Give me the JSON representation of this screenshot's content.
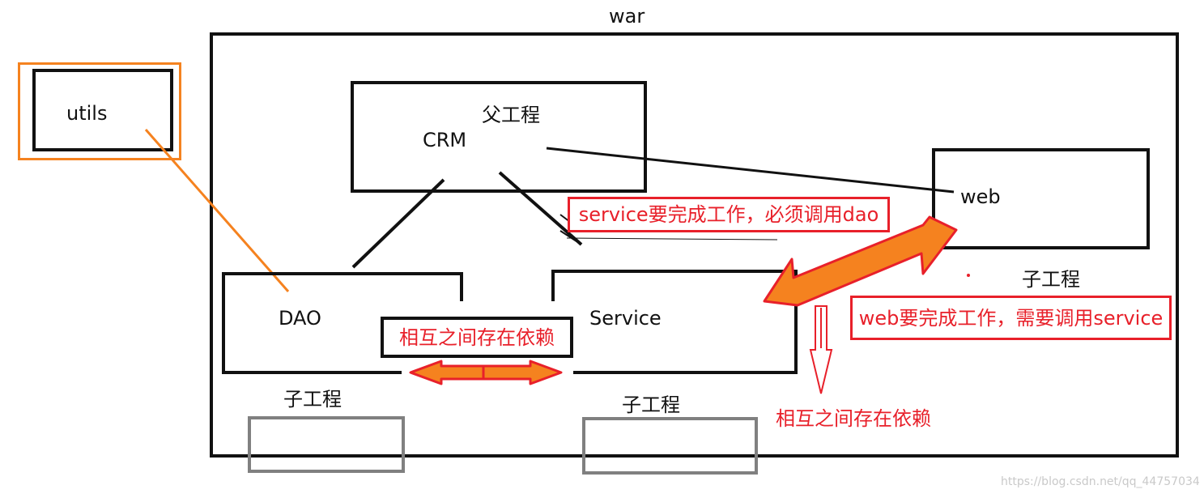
{
  "war": {
    "label": "war"
  },
  "utils": {
    "label": "utils"
  },
  "crm": {
    "label_parent": "父工程",
    "label_name": "CRM"
  },
  "dao": {
    "label": "DAO",
    "sub_label": "子工程"
  },
  "service": {
    "label": "Service",
    "sub_label": "子工程"
  },
  "web": {
    "label": "web",
    "sub_label": "子工程"
  },
  "annotations": {
    "service_calls_dao": "service要完成工作，必须调用dao",
    "web_calls_service": "web要完成工作，需要调用service",
    "dao_service_mutual": "相互之间存在依赖",
    "service_web_mutual": "相互之间存在依赖"
  },
  "watermark": "https://blog.csdn.net/qq_44757034",
  "colors": {
    "box_border": "#111111",
    "orange": "#f5821f",
    "red": "#e8202a",
    "gray": "#808080"
  }
}
